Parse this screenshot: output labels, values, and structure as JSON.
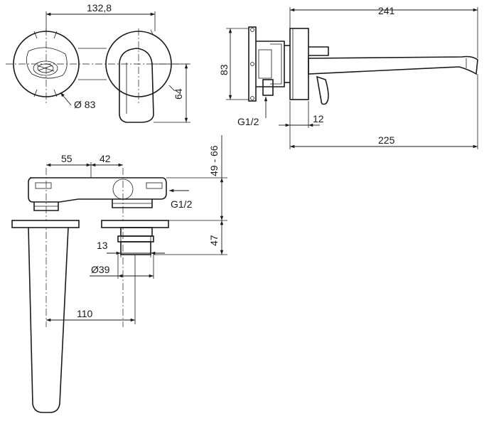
{
  "dimensions": {
    "width_total_front": "132,8",
    "diameter_rosette": "Ø 83",
    "height_64": "64",
    "side_length": "241",
    "side_height": "83",
    "thread_side": "G1/2",
    "depth_12": "12",
    "spout_length": "225",
    "plan_55": "55",
    "plan_42": "42",
    "range_49_66": "49 - 66",
    "thread_plan": "G1/2",
    "depth_47": "47",
    "length_13": "13",
    "diameter_39": "Ø39",
    "offset_110": "110"
  }
}
